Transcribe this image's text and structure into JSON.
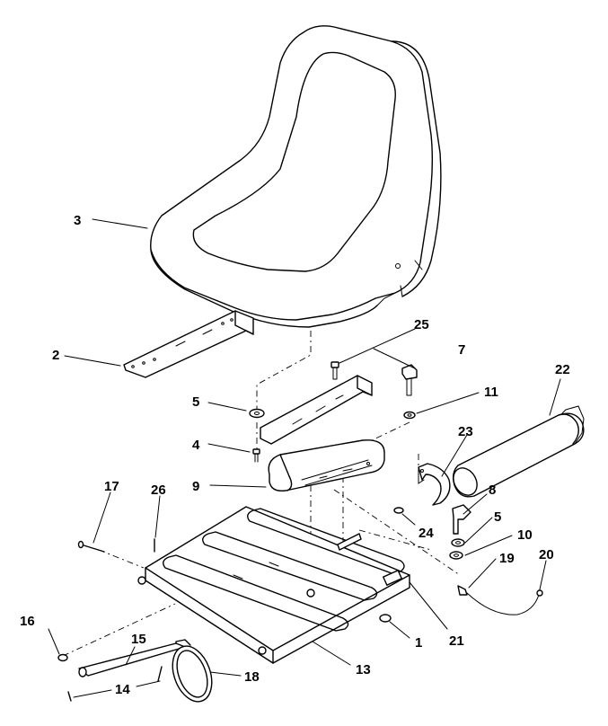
{
  "callouts": [
    {
      "id": "1",
      "label": "1"
    },
    {
      "id": "2",
      "label": "2"
    },
    {
      "id": "3",
      "label": "3"
    },
    {
      "id": "4",
      "label": "4"
    },
    {
      "id": "5a",
      "label": "5"
    },
    {
      "id": "5b",
      "label": "5"
    },
    {
      "id": "7",
      "label": "7"
    },
    {
      "id": "8",
      "label": "8"
    },
    {
      "id": "9",
      "label": "9"
    },
    {
      "id": "10",
      "label": "10"
    },
    {
      "id": "11",
      "label": "11"
    },
    {
      "id": "13",
      "label": "13"
    },
    {
      "id": "14",
      "label": "14"
    },
    {
      "id": "15",
      "label": "15"
    },
    {
      "id": "16",
      "label": "16"
    },
    {
      "id": "17",
      "label": "17"
    },
    {
      "id": "18",
      "label": "18"
    },
    {
      "id": "19",
      "label": "19"
    },
    {
      "id": "20",
      "label": "20"
    },
    {
      "id": "21",
      "label": "21"
    },
    {
      "id": "22",
      "label": "22"
    },
    {
      "id": "23",
      "label": "23"
    },
    {
      "id": "24",
      "label": "24"
    },
    {
      "id": "25",
      "label": "25"
    },
    {
      "id": "26",
      "label": "26"
    }
  ]
}
